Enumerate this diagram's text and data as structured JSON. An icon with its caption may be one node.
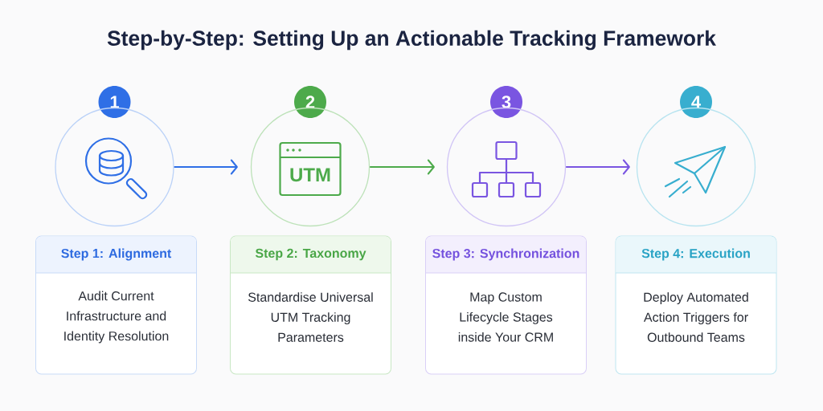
{
  "diagram": {
    "title": "Step-by-Step: Setting Up an Actionable Tracking Framework",
    "nodes": [
      {
        "text": [
          "1"
        ]
      },
      {
        "text": [],
        "shape": "circle"
      },
      {
        "text": [
          "2"
        ]
      },
      {
        "text": [],
        "shape": "circle"
      },
      {
        "text": [
          "UTM"
        ],
        "in": 3
      },
      {
        "text": [
          "3"
        ]
      },
      {
        "text": [],
        "shape": "circle"
      },
      {
        "text": [
          "4"
        ]
      },
      {
        "text": [],
        "shape": "circle"
      },
      {
        "text": [
          "Step 1: Alignment",
          "Audit Current Infrastructure and Identity Resolution"
        ]
      },
      {
        "text": [
          "Step 2: Taxonomy",
          "Standardise Universal UTM Tracking Parameters"
        ]
      },
      {
        "text": [
          "Step 3: Synchronization",
          "Map Custom Lifecycle Stages inside Your CRM"
        ]
      },
      {
        "text": [
          "Step 4: Execution",
          "Deploy Automated Action Triggers for Outbound Teams"
        ]
      }
    ],
    "edges": [
      {
        "from": 1,
        "to": 3,
        "arrow": "to",
        "color": "#2f6fe6"
      },
      {
        "from": 3,
        "to": 6,
        "arrow": "to",
        "color": "#4daa4b"
      },
      {
        "from": 6,
        "to": 8,
        "arrow": "to",
        "color": "#7a55e1"
      }
    ]
  }
}
